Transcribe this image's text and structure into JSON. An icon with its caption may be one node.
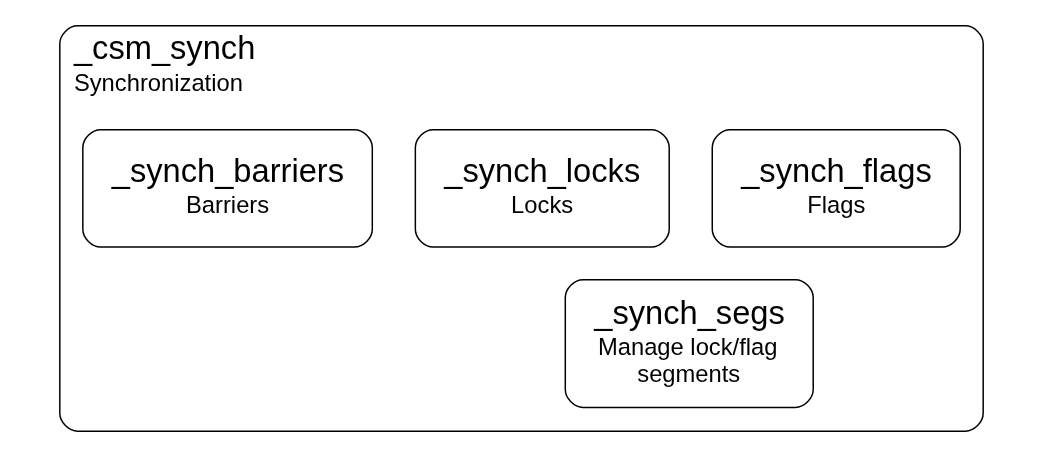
{
  "diagram": {
    "nodes": [
      {
        "text": [
          "_csm_synch",
          "Synchronization"
        ]
      },
      {
        "text": [
          "_synch_barriers",
          "Barriers"
        ],
        "in": 0
      },
      {
        "text": [
          "_synch_locks",
          "Locks"
        ],
        "in": 0
      },
      {
        "text": [
          "_synch_flags",
          "Flags"
        ],
        "in": 0
      },
      {
        "text": [
          "_synch_segs",
          "Manage lock/flag segments"
        ],
        "in": 0
      }
    ]
  }
}
